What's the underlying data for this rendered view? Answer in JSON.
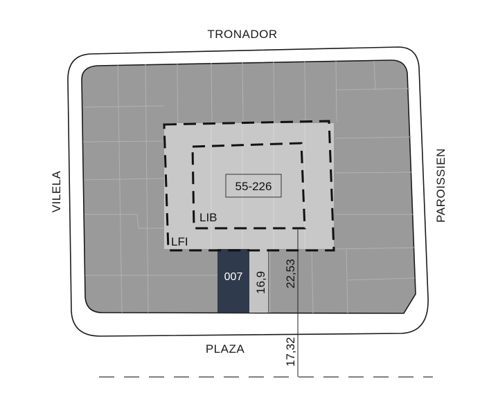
{
  "streets": {
    "north": "TRONADOR",
    "south": "PLAZA",
    "west": "VILELA",
    "east": "PAROISSIEN"
  },
  "block": {
    "code": "55-226"
  },
  "lines": {
    "lib": "LIB",
    "lfi": "LFI"
  },
  "parcel": {
    "number": "007"
  },
  "dimensions": {
    "frontage": "16,9",
    "depth": "22,53",
    "to_corner": "17,32"
  },
  "colors": {
    "block_fill": "#9a9a9a",
    "core_fill": "#c8c8c8",
    "parcel_fill": "#303a4d",
    "frontage_fill": "#c4c4c4",
    "sidewalk_fill": "#ffffff",
    "outline": "#1a1a1a"
  }
}
